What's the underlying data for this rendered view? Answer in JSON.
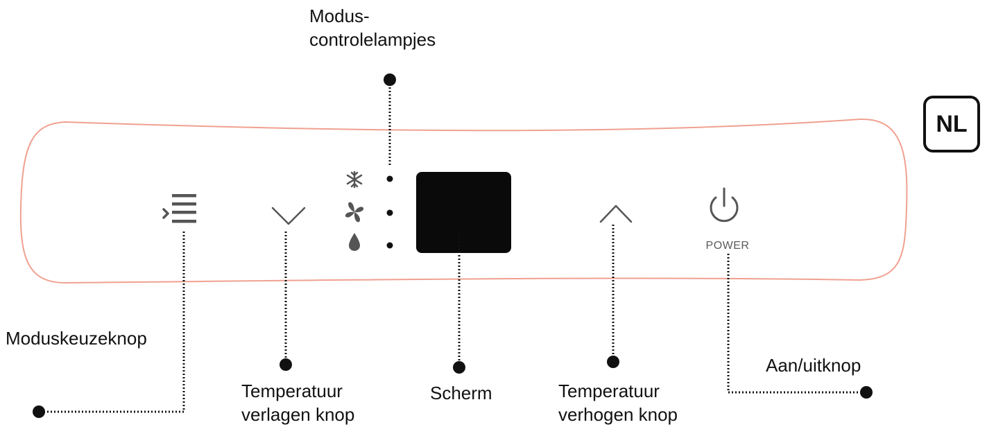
{
  "badge": {
    "language": "NL"
  },
  "panel": {
    "power_caption": "POWER",
    "indicators": [
      {
        "mode": "cool",
        "icon": "snowflake-icon"
      },
      {
        "mode": "fan",
        "icon": "fan-icon"
      },
      {
        "mode": "dry",
        "icon": "droplet-icon"
      }
    ]
  },
  "callouts": {
    "mode_indicators": [
      "Modus-",
      "controlelampjes"
    ],
    "mode_button": "Moduskeuzeknop",
    "temp_down": [
      "Temperatuur",
      "verlagen knop"
    ],
    "display": "Scherm",
    "temp_up": [
      "Temperatuur",
      "verhogen knop"
    ],
    "power": "Aan/uitknop"
  },
  "colors": {
    "panel_outline": "#f0a090",
    "screen": "#0a0a0a",
    "icon": "#555555"
  }
}
